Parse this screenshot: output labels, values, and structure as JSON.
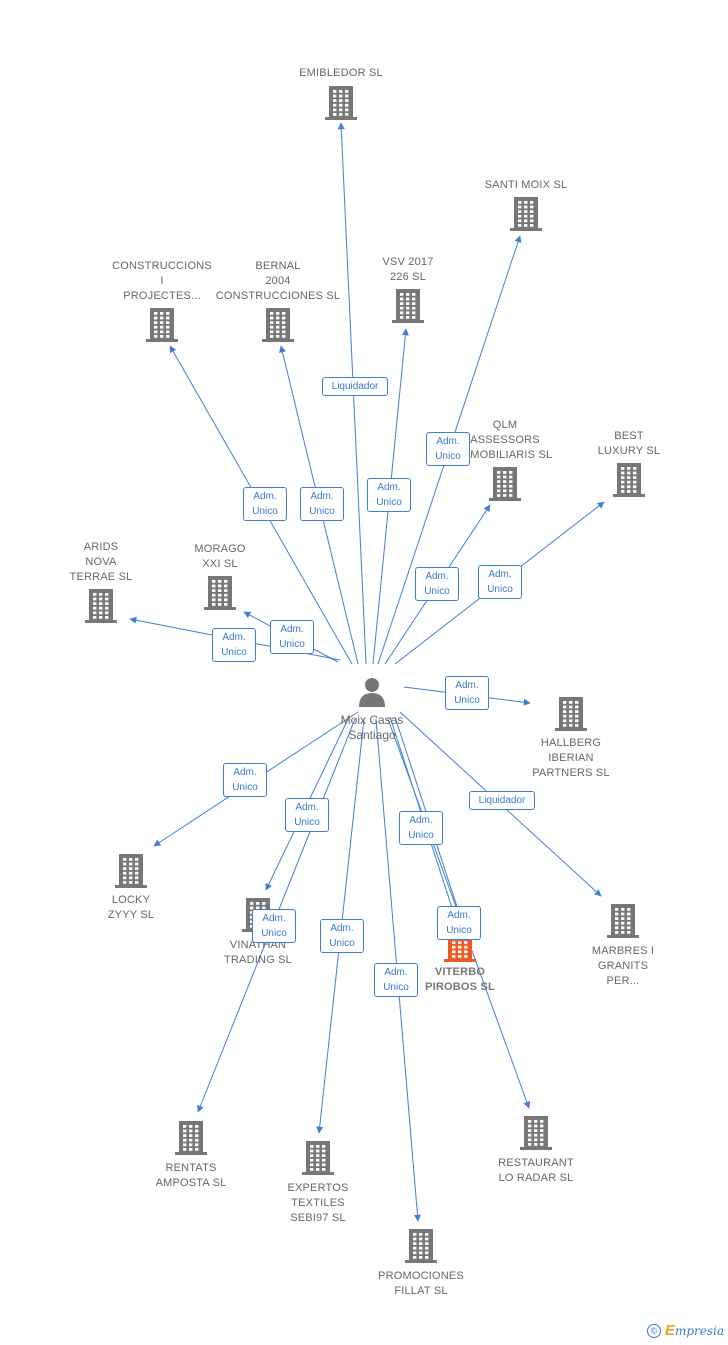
{
  "colors": {
    "edge": "#3f7fd6",
    "badge_border": "#3f7fd6",
    "badge_text": "#3a78cc",
    "building": "#777777",
    "building_highlight": "#f05a23",
    "label": "#666666",
    "person": "#777777"
  },
  "center": {
    "icon": "person-icon",
    "label_lines": [
      "Moix Casas",
      "Santiago"
    ]
  },
  "nodes": [
    {
      "id": "emibledor",
      "lines": [
        "EMIBLEDOR SL"
      ]
    },
    {
      "id": "santi-moix",
      "lines": [
        "SANTI MOIX SL"
      ]
    },
    {
      "id": "construccions",
      "lines": [
        "CONSTRUCCIONS",
        "I",
        "PROJECTES..."
      ]
    },
    {
      "id": "bernal",
      "lines": [
        "BERNAL",
        "2004",
        "CONSTRUCCIONES SL"
      ]
    },
    {
      "id": "vsv",
      "lines": [
        "VSV 2017",
        "226  SL"
      ]
    },
    {
      "id": "qlm",
      "lines": [
        "QLM",
        "ASSESSORS",
        "IMMOBILIARIS SL"
      ]
    },
    {
      "id": "best-luxury",
      "lines": [
        "BEST",
        "LUXURY  SL"
      ]
    },
    {
      "id": "arids",
      "lines": [
        "ARIDS",
        "NOVA",
        "TERRAE SL"
      ]
    },
    {
      "id": "morago",
      "lines": [
        "MORAGO",
        "XXI  SL"
      ]
    },
    {
      "id": "hallberg",
      "lines": [
        "HALLBERG",
        "IBERIAN",
        "PARTNERS  SL"
      ]
    },
    {
      "id": "locky",
      "lines": [
        "LOCKY",
        "ZYYY  SL"
      ]
    },
    {
      "id": "vinathan",
      "lines": [
        "VINATHAN",
        "TRADING  SL"
      ]
    },
    {
      "id": "viterbo",
      "lines": [
        "VITERBO",
        "PIROBOS  SL"
      ],
      "highlight": true
    },
    {
      "id": "marbres",
      "lines": [
        "MARBRES I",
        "GRANITS",
        "PER..."
      ]
    },
    {
      "id": "rentats",
      "lines": [
        "RENTATS",
        "AMPOSTA  SL"
      ]
    },
    {
      "id": "expertos",
      "lines": [
        "EXPERTOS",
        "TEXTILES",
        "SEBI97  SL"
      ]
    },
    {
      "id": "restaurant",
      "lines": [
        "RESTAURANT",
        "LO RADAR  SL"
      ]
    },
    {
      "id": "promociones",
      "lines": [
        "PROMOCIONES",
        "FILLAT SL"
      ]
    }
  ],
  "edges": [
    {
      "target": "emibledor",
      "role": [
        "Liquidador"
      ]
    },
    {
      "target": "santi-moix",
      "role": [
        "Adm.",
        "Unico"
      ]
    },
    {
      "target": "construccions",
      "role": [
        "Adm.",
        "Unico"
      ]
    },
    {
      "target": "bernal",
      "role": [
        "Adm.",
        "Unico"
      ]
    },
    {
      "target": "vsv",
      "role": [
        "Adm.",
        "Unico"
      ]
    },
    {
      "target": "qlm",
      "role": [
        "Adm.",
        "Unico"
      ]
    },
    {
      "target": "best-luxury",
      "role": [
        "Adm.",
        "Unico"
      ]
    },
    {
      "target": "arids",
      "role": [
        "Adm.",
        "Unico"
      ]
    },
    {
      "target": "morago",
      "role": [
        "Adm.",
        "Unico"
      ]
    },
    {
      "target": "hallberg",
      "role": [
        "Adm.",
        "Unico"
      ]
    },
    {
      "target": "locky",
      "role": [
        "Adm.",
        "Unico"
      ]
    },
    {
      "target": "vinathan",
      "role": [
        "Adm.",
        "Unico"
      ]
    },
    {
      "target": "viterbo",
      "role": [
        "Adm.",
        "Unico"
      ]
    },
    {
      "target": "viterbo",
      "role": [
        "Adm.",
        "Unico"
      ]
    },
    {
      "target": "marbres",
      "role": [
        "Liquidador"
      ]
    },
    {
      "target": "rentats",
      "role": [
        "Adm.",
        "Unico"
      ]
    },
    {
      "target": "expertos",
      "role": [
        "Adm.",
        "Unico"
      ]
    },
    {
      "target": "restaurant",
      "role": [
        "Adm.",
        "Unico"
      ]
    },
    {
      "target": "promociones",
      "role": [
        "Adm.",
        "Unico"
      ]
    }
  ],
  "footer": {
    "copyright_symbol": "©",
    "brand_initial": "E",
    "brand_rest": "mpresia"
  }
}
